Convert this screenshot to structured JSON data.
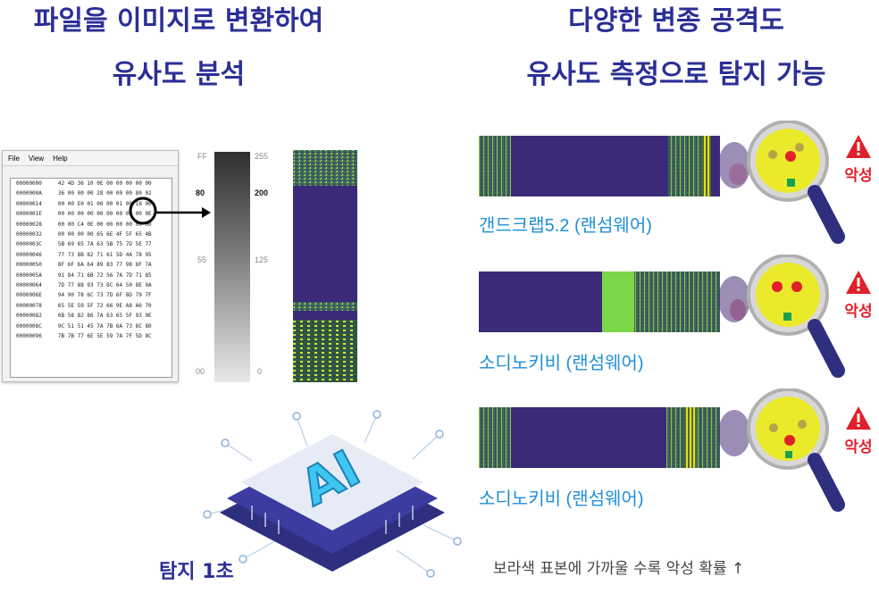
{
  "left_title": {
    "line1": "파일을 이미지로 변환하여",
    "line2": "유사도 분석"
  },
  "right_title": {
    "line1": "다양한 변종 공격도",
    "line2": "유사도 측정으로 탐지 가능"
  },
  "hex_window": {
    "menu": [
      "File",
      "View",
      "Help"
    ],
    "rows": [
      [
        "00000000",
        "42 4D 36 10 0E 00 00 00 00 00"
      ],
      [
        "0000000A",
        "36 00 00 00 28 00 00 00 80 02"
      ],
      [
        "00000014",
        "00 00 E0 01 00 00 01 00 18 00"
      ],
      [
        "0000001E",
        "00 00 00 00 00 00 00 00 00 0E"
      ],
      [
        "00000028",
        "00 00 C4 0E 00 00 00 00 00 00"
      ],
      [
        "00000032",
        "00 00 00 00 65 6E 4F 5F 65 4B"
      ],
      [
        "0000003C",
        "5B 69 65 7A 63 5B 75 7D 5E 77"
      ],
      [
        "00000046",
        "77 73 8B 82 71 61 5D 4A 78 95"
      ],
      [
        "00000050",
        "8F 6F 6A 64 89 83 77 98 8F 7A"
      ],
      [
        "0000005A",
        "91 84 71 6B 72 56 7A 7D 71 85"
      ],
      [
        "00000064",
        "7D 77 88 93 73 6C 64 50 8E 9A"
      ],
      [
        "0000006E",
        "94 90 78 6C 73 7D 6F 8D 79 7F"
      ],
      [
        "00000078",
        "65 5E 59 5F 72 66 9E A8 A6 70"
      ],
      [
        "00000082",
        "6B 58 82 86 7A 63 65 5F 93 9E"
      ],
      [
        "0000008C",
        "9C 51 51 45 7A 7B 6A 73 8C 80"
      ],
      [
        "00000096",
        "7B 7B 77 6E 5E 59 7A 7F 5D 8C"
      ]
    ]
  },
  "gradient_scale": {
    "hex_ticks": [
      "FF",
      "80",
      "55",
      "00"
    ],
    "dec_ticks": [
      "255",
      "200",
      "125",
      "0"
    ]
  },
  "samples": [
    {
      "caption": "갠드크랩5.2 (랜섬웨어)",
      "verdict": "악성"
    },
    {
      "caption": "소디노키비 (랜섬웨어)",
      "verdict": "악성"
    },
    {
      "caption": "소디노키비 (랜섬웨어)",
      "verdict": "악성"
    }
  ],
  "ai_chip": {
    "chip_text": "AI",
    "label": "탐지 1초"
  },
  "footnote": "보라색 표본에 가까울 수록 악성 확률 ↑",
  "colors": {
    "title": "#2a2f96",
    "caption": "#1f8fd8",
    "malicious": "#e0202a",
    "purple": "#3a2a78",
    "green": "#7cd64a"
  }
}
